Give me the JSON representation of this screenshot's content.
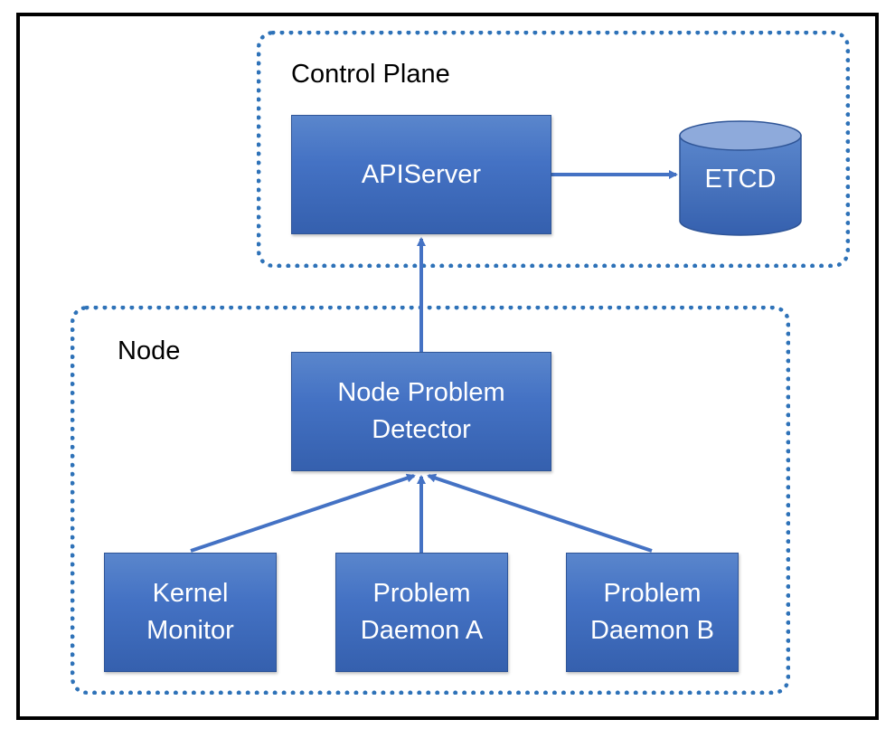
{
  "control_plane": {
    "label": "Control Plane",
    "apiserver": "APIServer",
    "etcd": "ETCD"
  },
  "node": {
    "label": "Node",
    "detector": {
      "line1": "Node Problem",
      "line2": "Detector"
    },
    "kernel_monitor": {
      "line1": "Kernel",
      "line2": "Monitor"
    },
    "daemon_a": {
      "line1": "Problem",
      "line2": "Daemon A"
    },
    "daemon_b": {
      "line1": "Problem",
      "line2": "Daemon B"
    }
  },
  "colors": {
    "box_fill": "#4472c4",
    "box_border": "#2f5597",
    "group_border": "#2e72b8",
    "arrow": "#4472c4",
    "etcd_top": "#8eaadb"
  }
}
